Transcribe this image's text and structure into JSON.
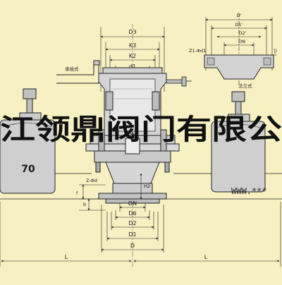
{
  "labels": {
    "socket_weld_type": "承插式",
    "flange_type": "法兰式",
    "float_number": "70"
  },
  "dims_top": {
    "D3": "D3",
    "K3": "K3",
    "K2": "K2",
    "d1": "d1"
  },
  "dims_flange": {
    "Dp": "D'",
    "D1p": "D1'",
    "D2p": "D2'",
    "DN": "DN",
    "bolt_holes": "Z1-Φd1",
    "tp": "t'"
  },
  "dims_bottom": {
    "DN": "DN",
    "D6": "D6",
    "D2": "D2",
    "D1": "D1",
    "D": "D",
    "L_left": "L",
    "L_right": "L"
  },
  "dims_side": {
    "bolt_holes": "Z-Φd",
    "f": "f",
    "b": "b",
    "H2": "H2"
  },
  "watermark": {
    "company": "江领鼎阀门有限公",
    "url": "WWW.***"
  }
}
